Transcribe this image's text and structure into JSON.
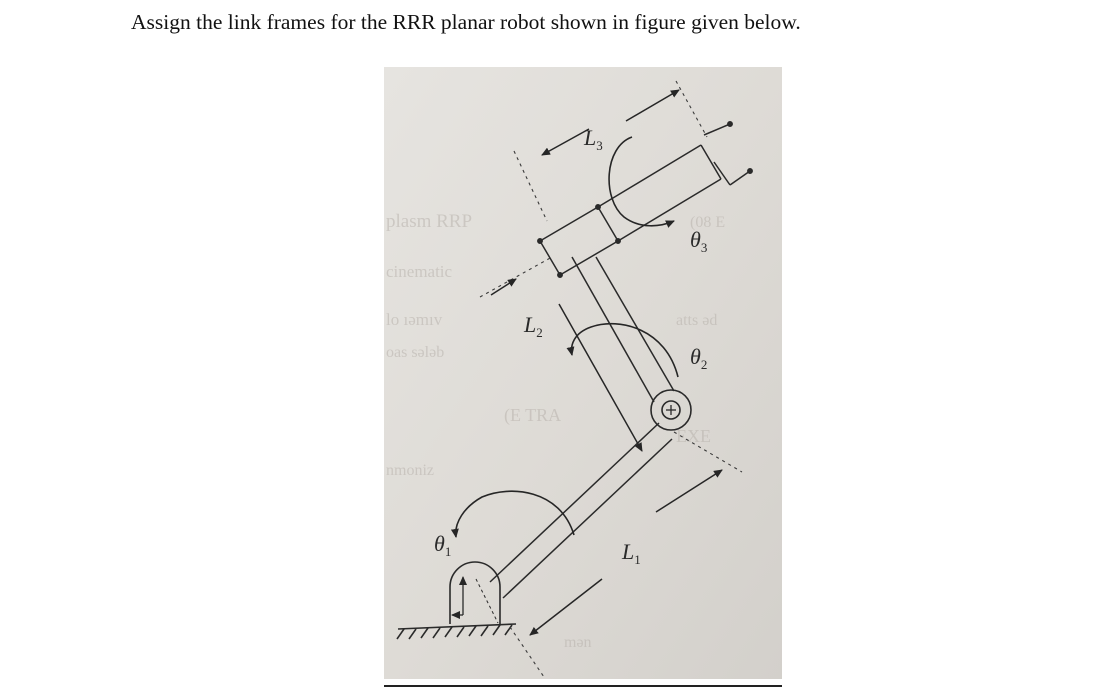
{
  "question": {
    "text": "Assign the link frames for the RRR planar robot shown in figure given below."
  },
  "figure": {
    "labels": {
      "l1": "L",
      "l1_sub": "1",
      "l2": "L",
      "l2_sub": "2",
      "l3": "L",
      "l3_sub": "3",
      "theta1": "θ",
      "theta1_sub": "1",
      "theta2": "θ",
      "theta2_sub": "2",
      "theta3": "θ",
      "theta3_sub": "3"
    }
  }
}
